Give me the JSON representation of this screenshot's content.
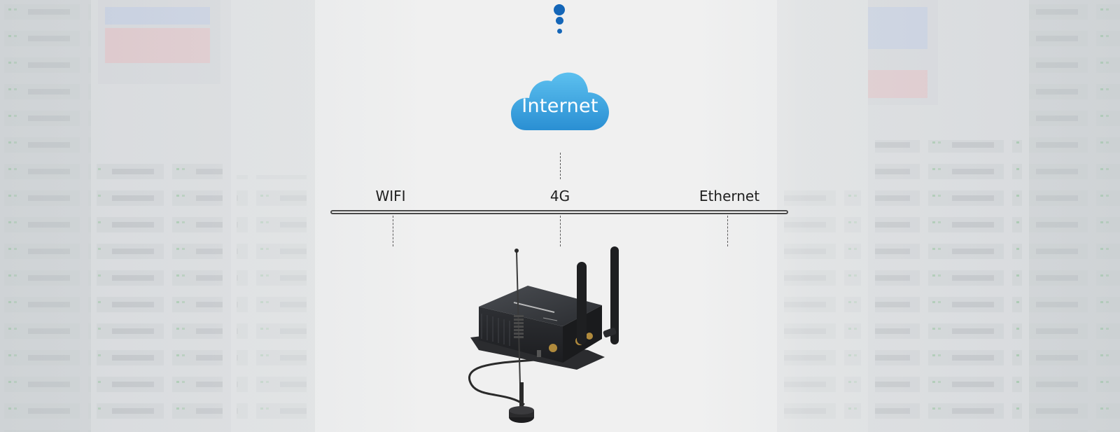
{
  "diagram": {
    "cloud": {
      "label": "Internet",
      "color": "#3aa3e0"
    },
    "connections": [
      {
        "id": "wifi",
        "label": "WIFI"
      },
      {
        "id": "4g",
        "label": "4G"
      },
      {
        "id": "ethernet",
        "label": "Ethernet"
      }
    ],
    "device": {
      "name": "4G router with antennas"
    },
    "colors": {
      "accent": "#1466b8",
      "line": "#4a4a4a",
      "background": "#eeeeee"
    }
  }
}
